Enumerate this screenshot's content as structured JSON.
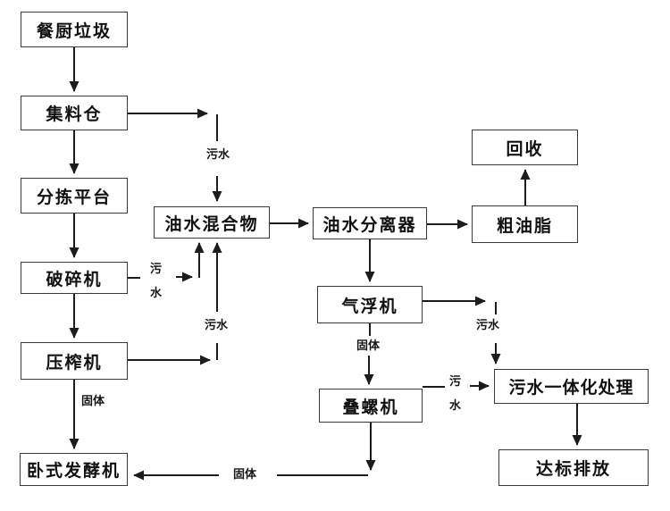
{
  "diagram": {
    "nodes": {
      "kitchen_waste": {
        "label": "餐厨垃圾"
      },
      "collection_bin": {
        "label": "集料仓"
      },
      "sorting_platform": {
        "label": "分拣平台"
      },
      "crusher": {
        "label": "破碎机"
      },
      "press": {
        "label": "压榨机"
      },
      "horizontal_fermenter": {
        "label": "卧式发酵机"
      },
      "oil_water_mixture": {
        "label": "油水混合物"
      },
      "oil_water_separator": {
        "label": "油水分离器"
      },
      "recycle": {
        "label": "回收"
      },
      "crude_grease": {
        "label": "粗油脂"
      },
      "air_flotation": {
        "label": "气浮机"
      },
      "screw_press": {
        "label": "叠螺机"
      },
      "sewage_treatment": {
        "label": "污水一体化处理"
      },
      "discharge": {
        "label": "达标排放"
      }
    },
    "edge_labels": {
      "sewage_bin_to_mixture": "污水",
      "sewage_crusher_to_mixture": "污水",
      "sewage_press_to_mixture": "污水",
      "solid_press_to_fermenter": "固体",
      "solid_flotation_to_screw": "固体",
      "sewage_flotation_to_treatment": "污水",
      "sewage_screw_to_treatment": "污水",
      "solid_screw_to_fermenter": "固体"
    },
    "edges": [
      {
        "from": "餐厨垃圾",
        "to": "集料仓",
        "label": ""
      },
      {
        "from": "集料仓",
        "to": "分拣平台",
        "label": ""
      },
      {
        "from": "集料仓",
        "to": "油水混合物",
        "label": "污水"
      },
      {
        "from": "分拣平台",
        "to": "破碎机",
        "label": ""
      },
      {
        "from": "破碎机",
        "to": "压榨机",
        "label": ""
      },
      {
        "from": "破碎机",
        "to": "油水混合物",
        "label": "污水"
      },
      {
        "from": "压榨机",
        "to": "油水混合物",
        "label": "污水"
      },
      {
        "from": "压榨机",
        "to": "卧式发酵机",
        "label": "固体"
      },
      {
        "from": "油水混合物",
        "to": "油水分离器",
        "label": ""
      },
      {
        "from": "油水分离器",
        "to": "粗油脂",
        "label": ""
      },
      {
        "from": "粗油脂",
        "to": "回收",
        "label": ""
      },
      {
        "from": "油水分离器",
        "to": "气浮机",
        "label": ""
      },
      {
        "from": "气浮机",
        "to": "叠螺机",
        "label": "固体"
      },
      {
        "from": "气浮机",
        "to": "污水一体化处理",
        "label": "污水"
      },
      {
        "from": "叠螺机",
        "to": "污水一体化处理",
        "label": "污水"
      },
      {
        "from": "叠螺机",
        "to": "卧式发酵机",
        "label": "固体"
      },
      {
        "from": "污水一体化处理",
        "to": "达标排放",
        "label": ""
      }
    ],
    "colors": {
      "background": "#ffffff",
      "box_border": "#3a3a3a",
      "line": "#1c1c1c",
      "text": "#111111"
    }
  }
}
